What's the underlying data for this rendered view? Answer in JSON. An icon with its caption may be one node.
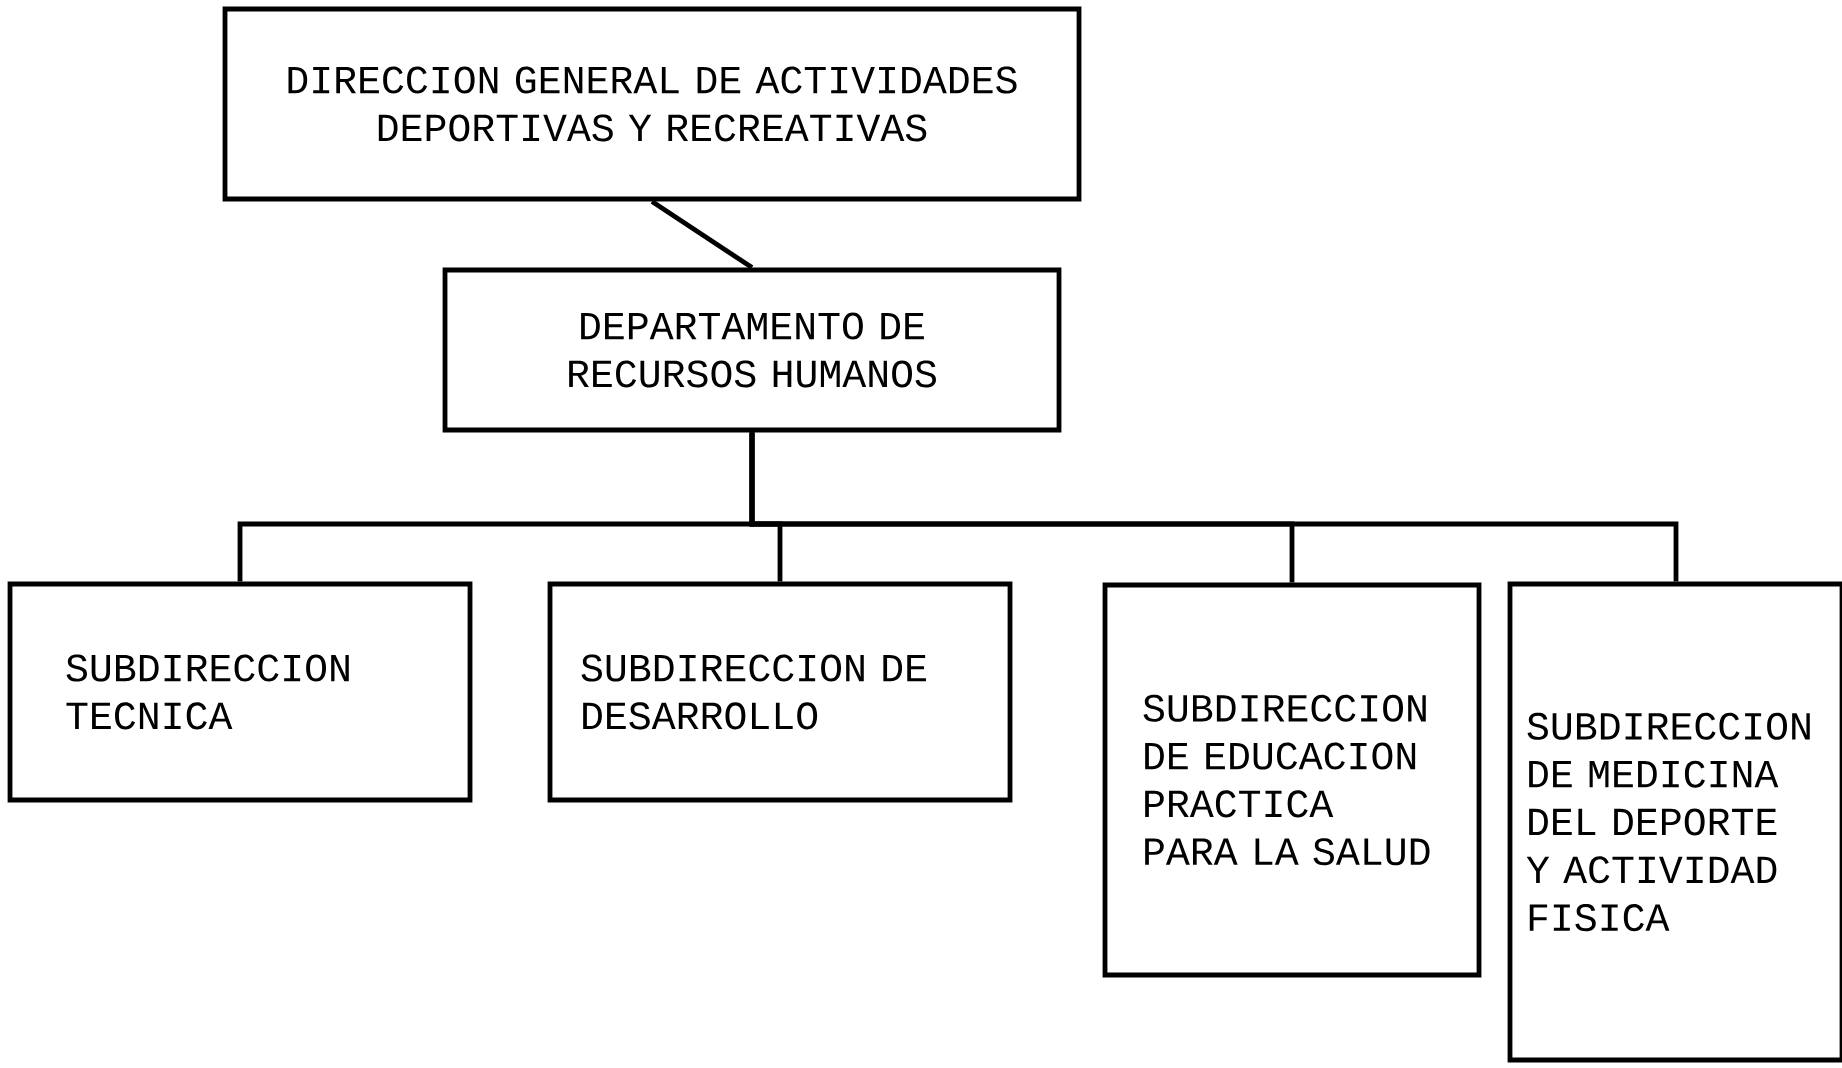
{
  "diagram": {
    "nodes": [
      {
        "text": [
          "DIRECCION GENERAL DE ACTIVIDADES DEPORTIVAS Y RECREATIVAS"
        ]
      },
      {
        "text": [
          "DEPARTAMENTO DE RECURSOS HUMANOS"
        ]
      },
      {
        "text": [
          "SUBDIRECCION TECNICA"
        ]
      },
      {
        "text": [
          "SUBDIRECCION DE DESARROLLO"
        ]
      },
      {
        "text": [
          "SUBDIRECCION DE EDUCACION PRACTICA PARA LA SALUD"
        ]
      },
      {
        "text": [
          "SUBDIRECCION DE MEDICINA DEL DEPORTE Y ACTIVIDAD FISICA"
        ]
      }
    ],
    "edges": [
      {
        "from": 0,
        "to": 1,
        "arrow": "none"
      },
      {
        "from": 1,
        "to": 2,
        "arrow": "none"
      },
      {
        "from": 1,
        "to": 3,
        "arrow": "none"
      },
      {
        "from": 1,
        "to": 4,
        "arrow": "none"
      },
      {
        "from": 1,
        "to": 5,
        "arrow": "none"
      }
    ]
  }
}
